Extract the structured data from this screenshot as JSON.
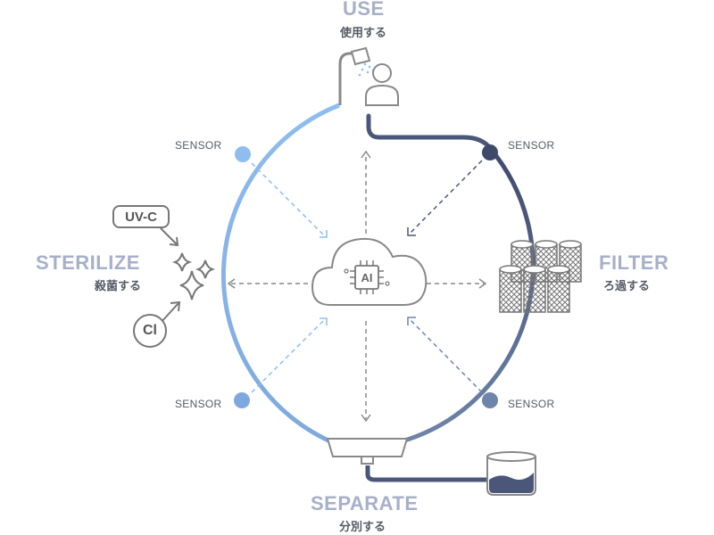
{
  "stages": {
    "use": {
      "title": "USE",
      "subtitle": "使用する"
    },
    "filter": {
      "title": "FILTER",
      "subtitle": "ろ過する"
    },
    "separate": {
      "title": "SEPARATE",
      "subtitle": "分別する"
    },
    "sterilize": {
      "title": "STERILIZE",
      "subtitle": "殺菌する"
    }
  },
  "sensors": {
    "top_left": "SENSOR",
    "top_right": "SENSOR",
    "bottom_left": "SENSOR",
    "bottom_right": "SENSOR"
  },
  "center": {
    "label": "AI"
  },
  "sterilize_methods": {
    "uvc": "UV-C",
    "cl": "Cl"
  },
  "colors": {
    "light_blue": "#8fbdf0",
    "dark_navy": "#4a5778",
    "mid_blue": "#6f84aa",
    "title_gray": "#a7b0c9",
    "icon_gray": "#888888",
    "arrow_gray": "#888888"
  }
}
